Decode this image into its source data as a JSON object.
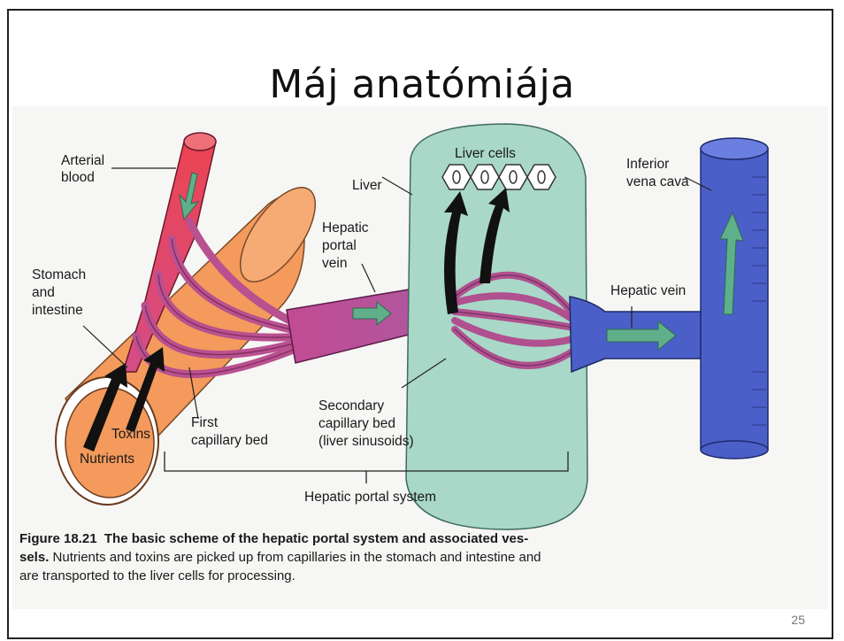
{
  "slide": {
    "title": "Máj anatómiája",
    "page_number": "25"
  },
  "diagram": {
    "labels": {
      "arterial_blood": [
        "Arterial",
        "blood"
      ],
      "stomach_intestine": [
        "Stomach",
        "and",
        "intestine"
      ],
      "toxins": "Toxins",
      "nutrients": "Nutrients",
      "first_capillary_bed": [
        "First",
        "capillary bed"
      ],
      "hepatic_portal_vein": [
        "Hepatic",
        "portal",
        "vein"
      ],
      "liver": "Liver",
      "liver_cells": "Liver cells",
      "secondary_capillary_bed": [
        "Secondary",
        "capillary bed",
        "(liver sinusoids)"
      ],
      "hepatic_vein": "Hepatic vein",
      "inferior_vena_cava": [
        "Inferior",
        "vena cava"
      ],
      "hepatic_portal_system": "Hepatic portal system"
    },
    "colors": {
      "artery": "#e8474f",
      "portal": "#b0508f",
      "vein": "#4a5fc8",
      "liver": "#a9d8c8",
      "organ": "#f39a5c",
      "arrow_green": "#5fb08a"
    }
  },
  "caption": {
    "figure_number": "Figure 18.21",
    "bold_text": "The basic scheme of the hepatic portal system and associated ves-",
    "bold_text_2": "sels.",
    "body_line_1": " Nutrients and toxins are picked up from capillaries in the stomach and intestine and",
    "body_line_2": "are transported to the liver cells for processing."
  }
}
